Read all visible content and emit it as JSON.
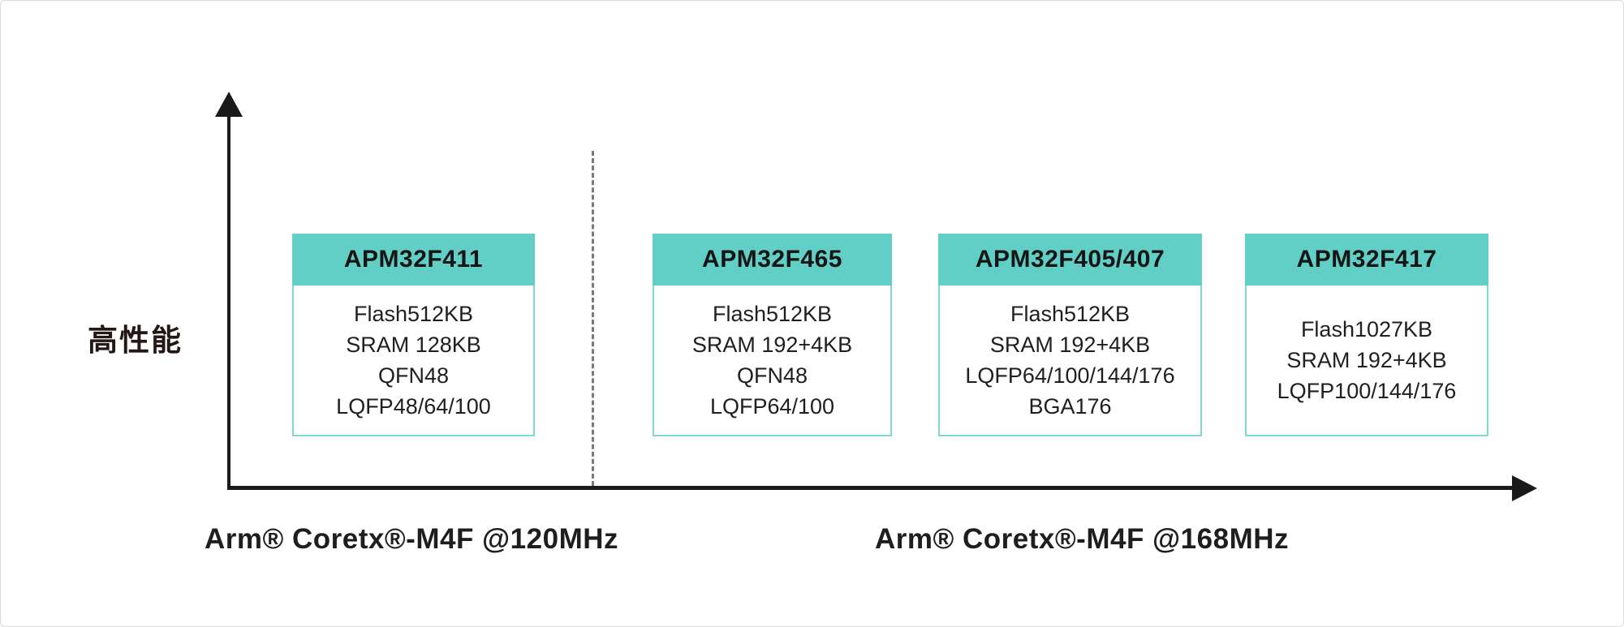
{
  "diagram": {
    "y_axis_label": "高性能",
    "groups": [
      {
        "label": "Arm® Coretx®-M4F @120MHz"
      },
      {
        "label": "Arm® Coretx®-M4F @168MHz"
      }
    ],
    "cards": [
      {
        "title": "APM32F411",
        "specs": [
          "Flash512KB",
          "SRAM 128KB",
          "QFN48",
          "LQFP48/64/100"
        ]
      },
      {
        "title": "APM32F465",
        "specs": [
          "Flash512KB",
          "SRAM 192+4KB",
          "QFN48",
          "LQFP64/100"
        ]
      },
      {
        "title": "APM32F405/407",
        "specs": [
          "Flash512KB",
          "SRAM 192+4KB",
          "LQFP64/100/144/176",
          "BGA176"
        ]
      },
      {
        "title": "APM32F417",
        "specs": [
          "Flash1027KB",
          "SRAM 192+4KB",
          "LQFP100/144/176"
        ]
      }
    ],
    "colors": {
      "card_header_bg": "#62cfc6",
      "card_border": "#7fd9d2",
      "axis": "#1a1a1a",
      "dashed_divider": "#7a7a7a",
      "text": "#1f1f1f",
      "frame_border": "#dcdcdc"
    }
  }
}
